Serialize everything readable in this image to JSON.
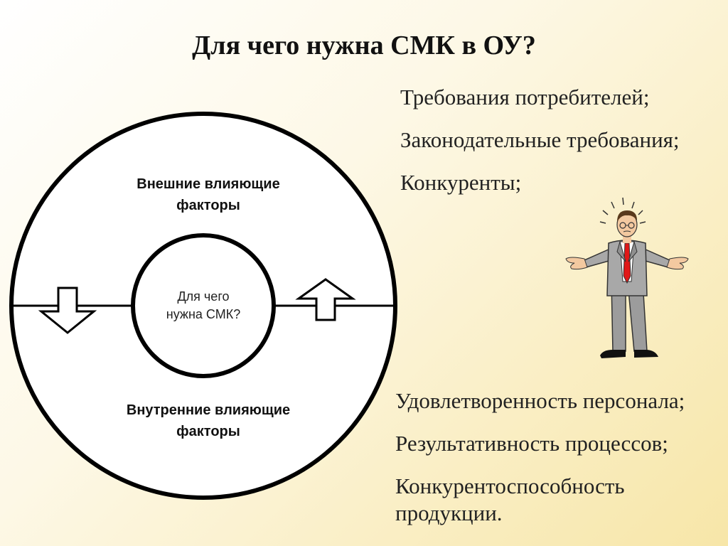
{
  "title": "Для чего нужна СМК в ОУ?",
  "diagram": {
    "outer_top_label_line1": "Внешние влияющие",
    "outer_top_label_line2": "факторы",
    "outer_bottom_label_line1": "Внутренние влияющие",
    "outer_bottom_label_line2": "факторы",
    "center_label_line1": "Для чего",
    "center_label_line2": "нужна СМК?"
  },
  "external_factors": [
    "Требования потребителей;",
    "Законодательные требования;",
    "Конкуренты;"
  ],
  "internal_factors": [
    "Удовлетворенность персонала;",
    "Результативность процессов;",
    "Конкурентоспособность продукции."
  ],
  "colors": {
    "tie": "#e01818",
    "suit": "#a8a8a8",
    "outline": "#000000"
  }
}
